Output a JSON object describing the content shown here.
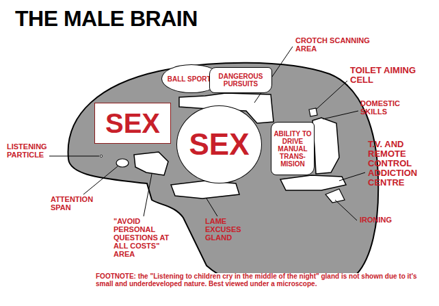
{
  "diagram": {
    "title": "THE MALE BRAIN",
    "caption": "FOOTNOTE: the \"Listening to children cry in the middle of the night\" gland is not shown due to it's small and underdeveloped nature. Best viewed under a microscope.",
    "nodes": [
      {
        "text": [
          "SEX"
        ]
      },
      {
        "text": [
          "SEX"
        ]
      },
      {
        "text": [
          "BALL SPORTS"
        ]
      },
      {
        "text": [
          "DANGEROUS PURSUITS"
        ]
      },
      {
        "text": [
          "ABILITY TO DRIVE MANUAL TRANS- MISION"
        ]
      }
    ],
    "labels": [
      "CROTCH SCANNING AREA",
      "TOILET AIMING CELL",
      "DOMESTIC SKILLS",
      "T.V. AND REMOTE CONTROL ADDICTION CENTRE",
      "IRONING",
      "LAME EXCUSES GLAND",
      "\"AVOID PERSONAL QUESTIONS AT ALL COSTS\" AREA",
      "ATTENTION SPAN",
      "LISTENING PARTICLE"
    ]
  }
}
